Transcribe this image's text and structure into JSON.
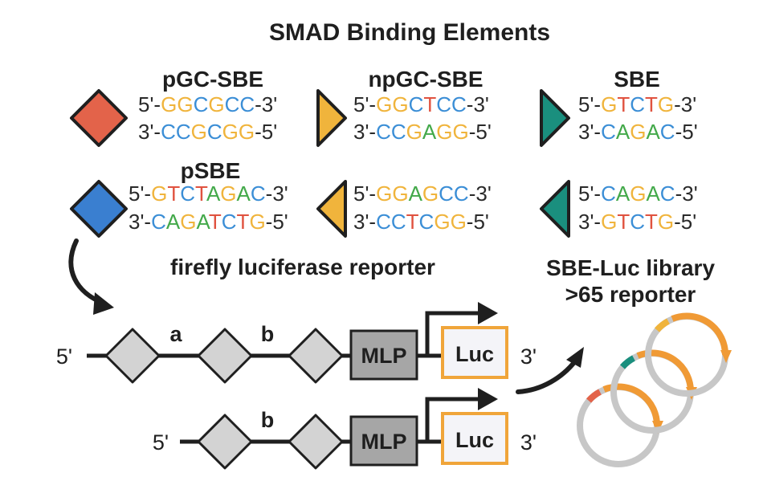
{
  "title": "SMAD Binding Elements",
  "elements": {
    "pgc": {
      "name": "pGC-SBE",
      "top": [
        "5'-",
        "GGCGCC",
        "-3'"
      ],
      "bottom": [
        "3'-",
        "CCGCGG",
        "-5'"
      ],
      "color": "#e3634a"
    },
    "npgc": {
      "name": "npGC-SBE",
      "top": [
        "5'-",
        "GGCTCC",
        "-3'"
      ],
      "bottom": [
        "3'-",
        "CCGAGG",
        "-5'"
      ],
      "color": "#f0b43c"
    },
    "sbe": {
      "name": "SBE",
      "top": [
        "5'-",
        "GTCTG",
        "-3'"
      ],
      "bottom": [
        "3'-",
        "CAGAC",
        "-5'"
      ],
      "color": "#1a8f7e"
    },
    "psbe": {
      "name": "pSBE",
      "top": [
        "5'-",
        "GTCTAGAC",
        "-3'"
      ],
      "bottom": [
        "3'-",
        "CAGATCTG",
        "-5'"
      ],
      "color": "#3a7fd0"
    },
    "npgc_rev": {
      "top": [
        "5'-",
        "GGAGCC",
        "-3'"
      ],
      "bottom": [
        "3'-",
        "CCTCGG",
        "-5'"
      ],
      "color": "#f0b43c"
    },
    "sbe_rev": {
      "top": [
        "5'-",
        "CAGAC",
        "-3'"
      ],
      "bottom": [
        "3'-",
        "GTCTG",
        "-5'"
      ],
      "color": "#1a8f7e"
    }
  },
  "base_colors": {
    "G": "#f0b43c",
    "C": "#3b8ed6",
    "T": "#e0523f",
    "A": "#43a94a"
  },
  "reporter": {
    "title": "firefly luciferase reporter",
    "five_prime": "5'",
    "three_prime": "3'",
    "label_a": "a",
    "label_b": "b",
    "promoter": "MLP",
    "gene": "Luc"
  },
  "library": {
    "line1": "SBE-Luc library",
    "line2": ">65 reporter"
  }
}
